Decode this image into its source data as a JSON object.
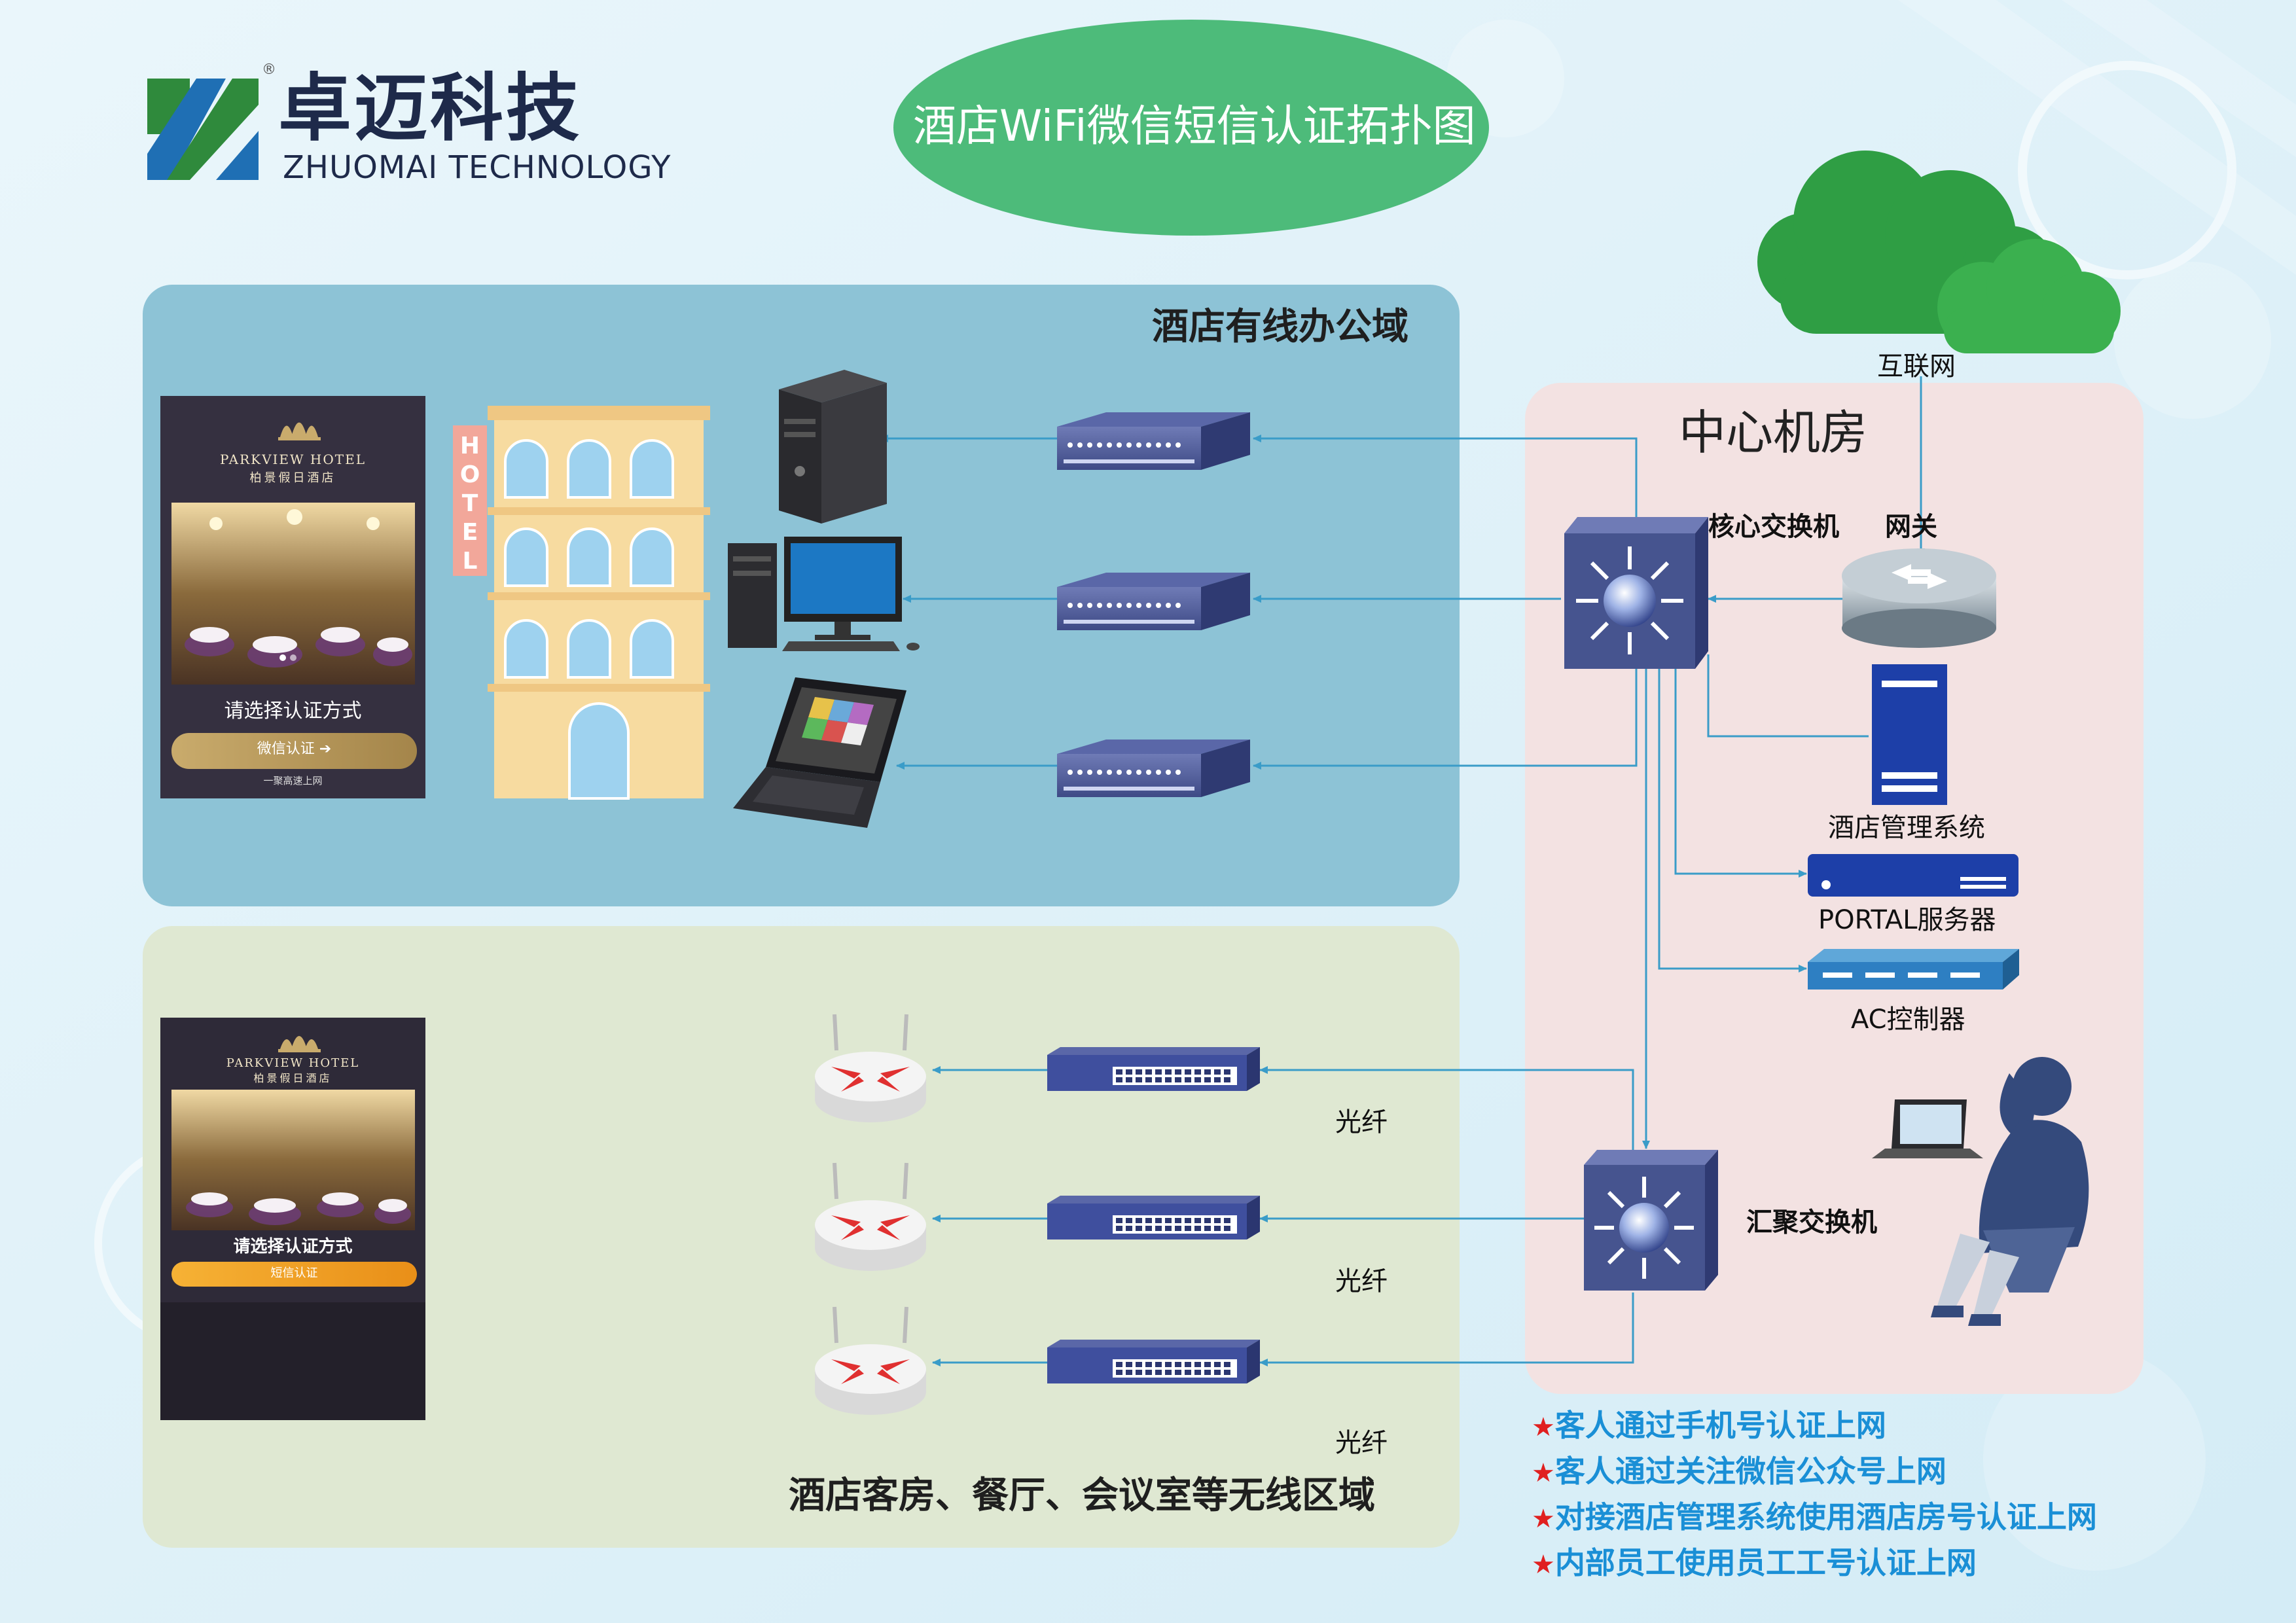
{
  "brand": {
    "name": "卓迈科技",
    "name_en": "ZHUOMAI TECHNOLOGY",
    "registered": "®"
  },
  "title": "酒店WiFi微信短信认证拓扑图",
  "zones": {
    "office": "酒店有线办公域",
    "wireless": "酒店客房、餐厅、会议室等无线区域",
    "center": "中心机房"
  },
  "labels": {
    "internet": "互联网",
    "core_switch": "核心交换机",
    "gateway": "网关",
    "hms": "酒店管理系统",
    "portal": "PORTAL服务器",
    "ac": "AC控制器",
    "agg_switch": "汇聚交换机",
    "fiber": "光纤",
    "hotel_sign": "HOTEL"
  },
  "hotel_cards": [
    {
      "hotel_name": "PARKVIEW HOTEL",
      "hotel_name_cn": "柏景假日酒店",
      "prompt": "请选择认证方式",
      "button": "微信认证 ➔",
      "footnote": "一聚高速上网"
    },
    {
      "hotel_name": "PARKVIEW HOTEL",
      "hotel_name_cn": "柏景假日酒店",
      "prompt": "请选择认证方式",
      "button": "短信认证"
    }
  ],
  "notes": [
    "客人通过手机号认证上网",
    "客人通过关注微信公众号上网",
    "对接酒店管理系统使用酒店房号认证上网",
    "内部员工使用员工工号认证上网"
  ],
  "colors": {
    "office_zone": "#8dc3d6",
    "wireless_zone": "#dfe8d2",
    "center_zone": "#f3e2e2",
    "title_ellipse": "#4dbb7a",
    "cloud": "#2f9e44",
    "link": "#3a9cc8",
    "note_text": "#1a8fd6",
    "star": "#e02020",
    "switch": "#46548f"
  }
}
